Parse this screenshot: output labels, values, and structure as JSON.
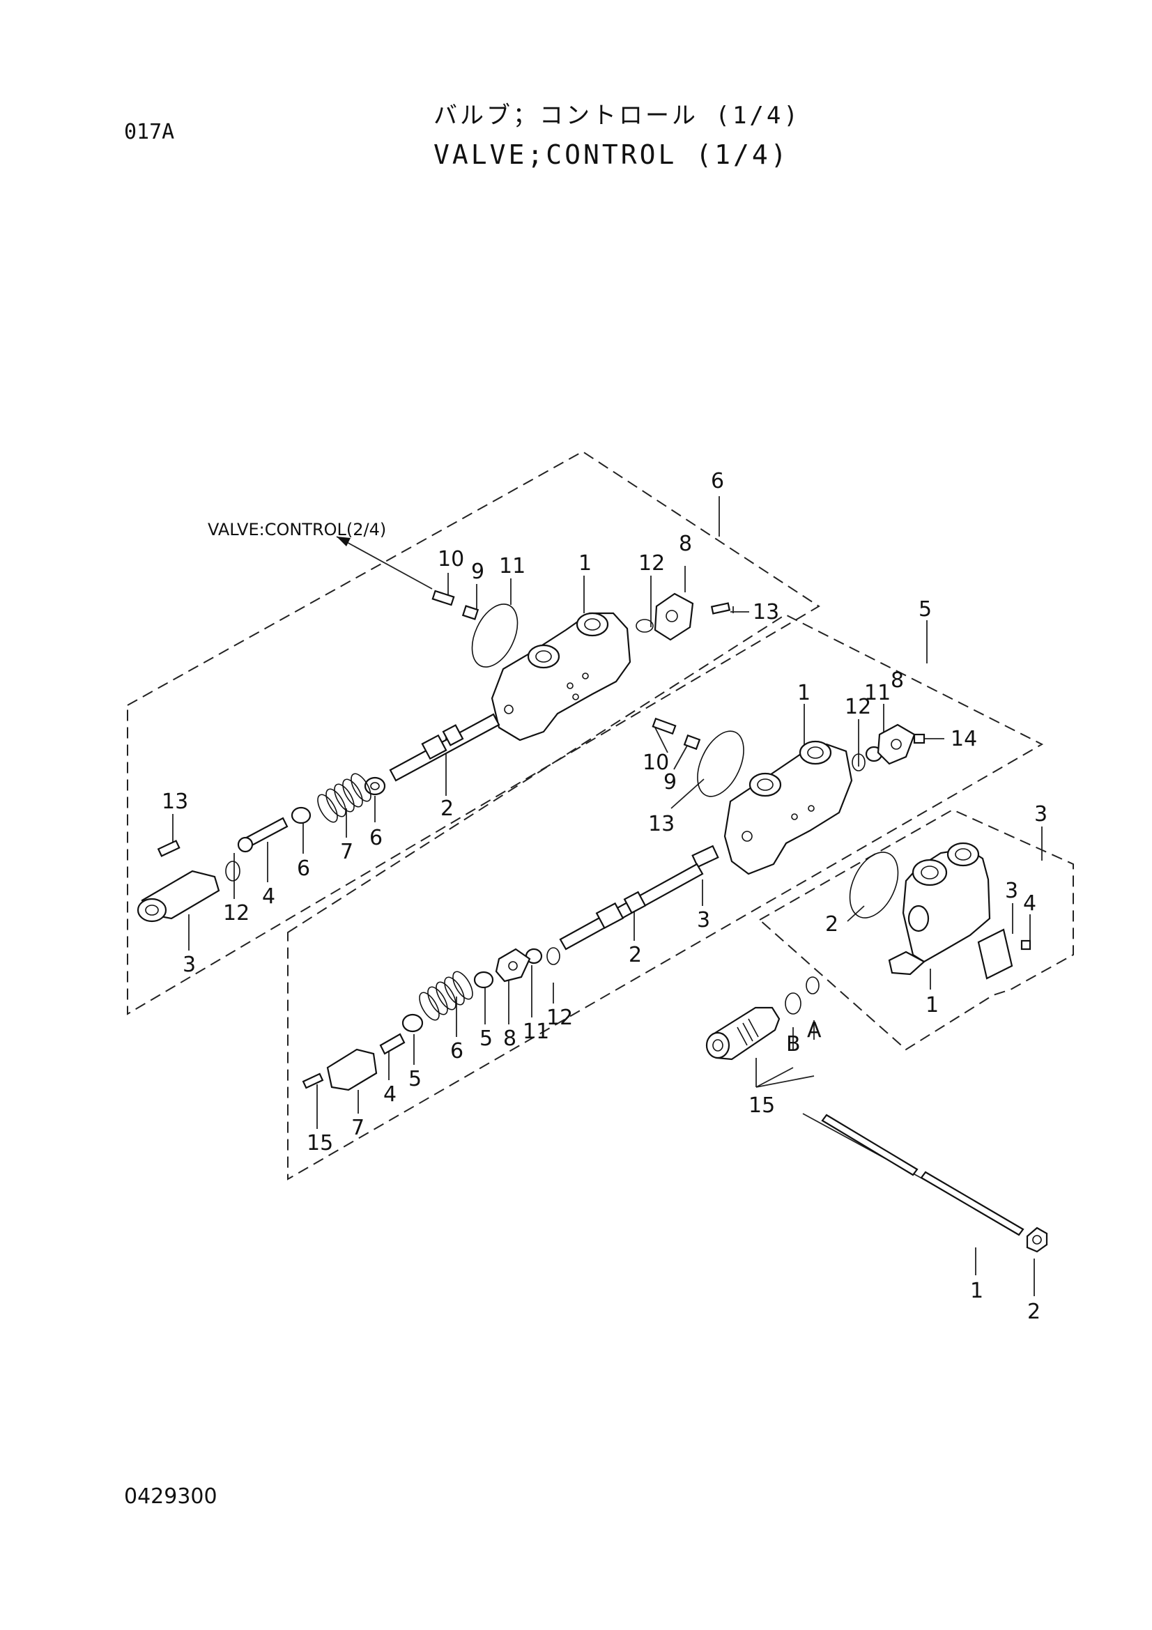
{
  "header": {
    "page_code": "017A",
    "title_jp": "バルブ；コントロール (1/4)",
    "title_en": "VALVE;CONTROL (1/4)"
  },
  "footer": {
    "drawing_number": "0429300"
  },
  "reference": {
    "text": "VALVE:CONTROL(2/4)"
  },
  "assemblies": {
    "upper": {
      "group": "6",
      "labels": {
        "body": "1",
        "spool": "2",
        "cap": "3",
        "bolt_stem": "4",
        "seat": "6",
        "spring_seat": "6",
        "spring": "7",
        "cover": "8",
        "plug_spring": "9",
        "set_screw": "10",
        "oring_large": "11",
        "oring_12a": "12",
        "oring_12b": "12",
        "screw_13a": "13",
        "screw_13b": "13"
      }
    },
    "middle": {
      "group": "5",
      "labels": {
        "body": "1",
        "spool": "2",
        "end_fitting": "3",
        "stem": "4",
        "seat_5a": "5",
        "seat_5b": "5",
        "spring": "6",
        "cap": "7",
        "cover_8a": "8",
        "cover_8b": "8",
        "plug": "9",
        "set_screw": "10",
        "oring_11a": "11",
        "oring_11b": "11",
        "oring_12a": "12",
        "oring_12b": "12",
        "oring_large": "13",
        "screw_14": "14",
        "screw_15": "15"
      }
    },
    "lower": {
      "group": "3",
      "labels": {
        "body": "1",
        "oring_large": "2",
        "plate": "3",
        "screw": "4",
        "valve_15": "15",
        "oring_a": "A",
        "oring_b": "B"
      }
    },
    "tie_rod": {
      "labels": {
        "rod": "1",
        "nut": "2"
      }
    }
  }
}
